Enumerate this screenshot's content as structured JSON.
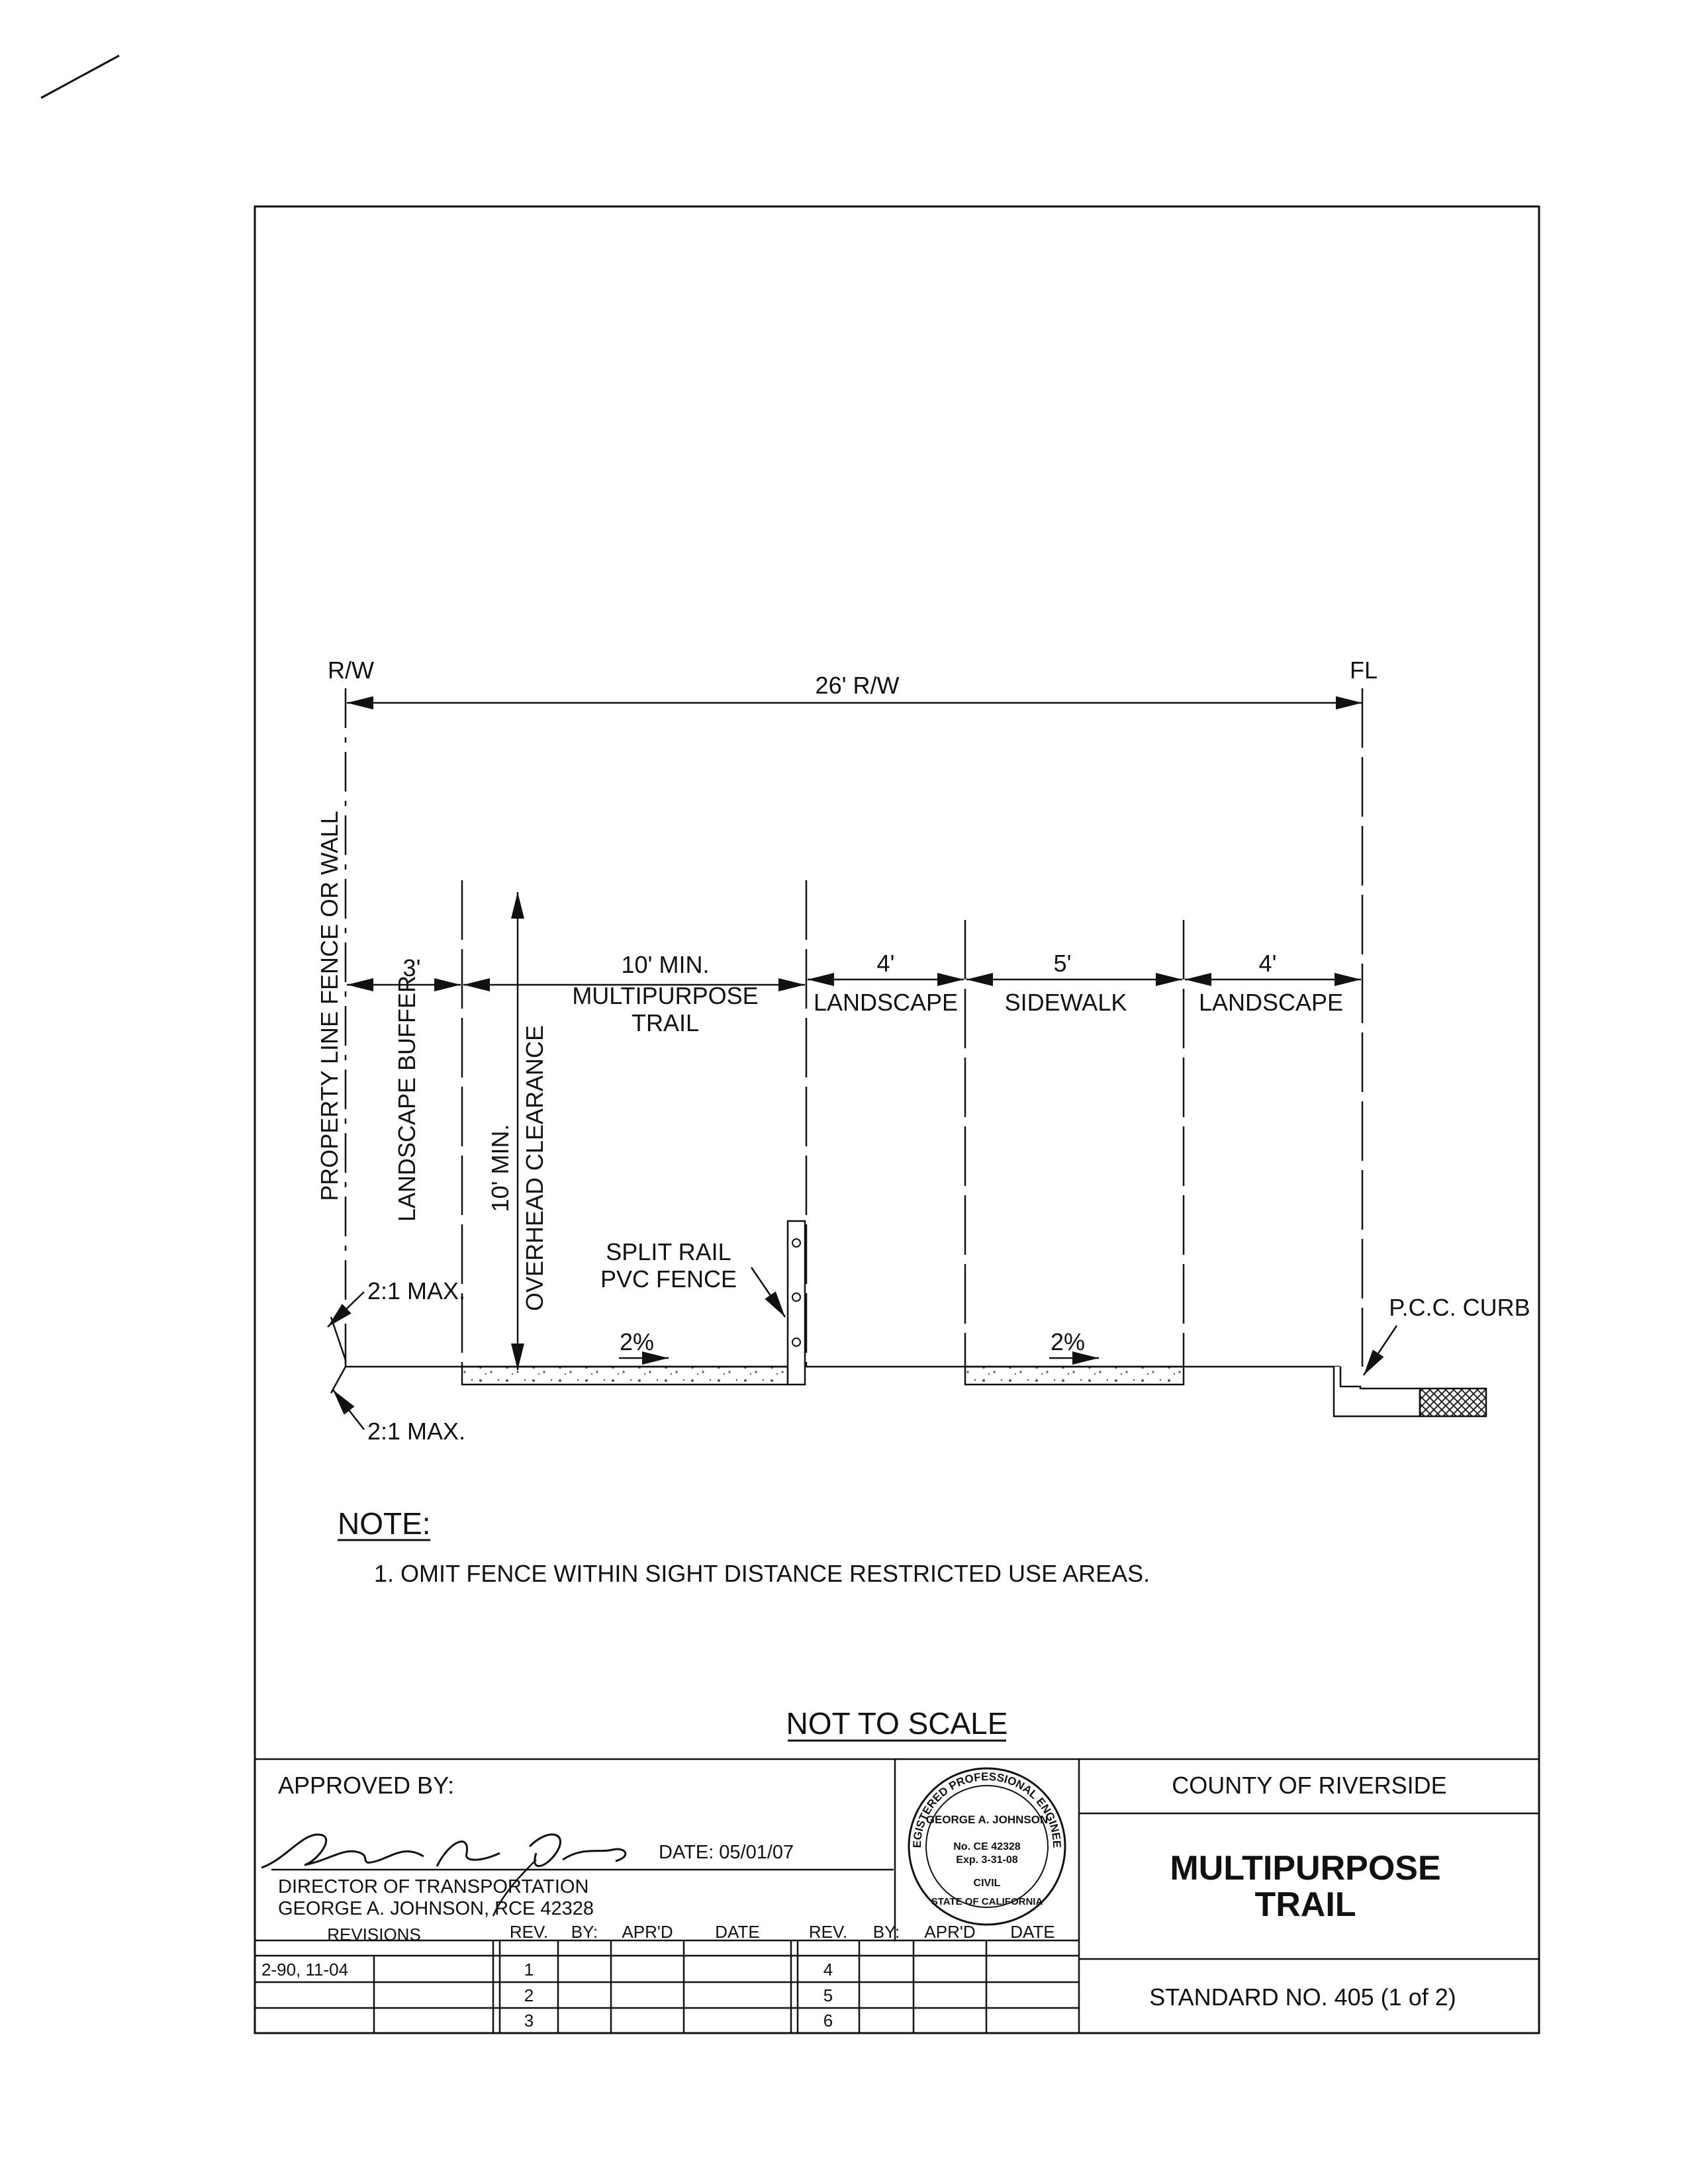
{
  "drawing": {
    "rw_label": "R/W",
    "fl_label": "FL",
    "overall_dim": "26' R/W",
    "property_line": "PROPERTY LINE FENCE OR WALL",
    "buffer_dim": "3'",
    "buffer_label": "LANDSCAPE BUFFER",
    "clearance_line1": "10' MIN.",
    "clearance_line2": "OVERHEAD CLEARANCE",
    "trail_dim": "10' MIN.",
    "trail_line1": "MULTIPURPOSE",
    "trail_line2": "TRAIL",
    "landscape1_dim": "4'",
    "landscape1_label": "LANDSCAPE",
    "sidewalk_dim": "5'",
    "sidewalk_label": "SIDEWALK",
    "landscape2_dim": "4'",
    "landscape2_label": "LANDSCAPE",
    "slope_top": "2:1 MAX.",
    "slope_bottom": "2:1 MAX.",
    "fence_line1": "SPLIT RAIL",
    "fence_line2": "PVC FENCE",
    "trail_slope": "2%",
    "sidewalk_slope": "2%",
    "curb_label": "P.C.C. CURB"
  },
  "notes": {
    "heading": "NOTE:",
    "items": [
      "1.  OMIT FENCE WITHIN SIGHT DISTANCE RESTRICTED USE AREAS."
    ]
  },
  "scale_label": "NOT TO SCALE",
  "title_block": {
    "approved_by": "APPROVED BY:",
    "date_text": "DATE:  05/01/07",
    "director_title": "DIRECTOR OF TRANSPORTATION",
    "director_name": "GEORGE A. JOHNSON, RCE 42328",
    "seal": {
      "ring_text": "REGISTERED PROFESSIONAL ENGINEER",
      "name": "GEORGE A. JOHNSON",
      "number": "No. CE 42328",
      "expiry": "Exp. 3-31-08",
      "discipline": "CIVIL",
      "state": "STATE OF CALIFORNIA"
    },
    "agency": "COUNTY OF RIVERSIDE",
    "title_line1": "MULTIPURPOSE",
    "title_line2": "TRAIL",
    "standard_no": "STANDARD NO. 405  (1 of 2)",
    "revisions_header": "REVISIONS",
    "revisions_value": "2-90, 11-04",
    "rev_headers": [
      "REV.",
      "BY:",
      "APR'D",
      "DATE"
    ],
    "rev_numbers_left": [
      "1",
      "2",
      "3"
    ],
    "rev_numbers_right": [
      "4",
      "5",
      "6"
    ]
  }
}
